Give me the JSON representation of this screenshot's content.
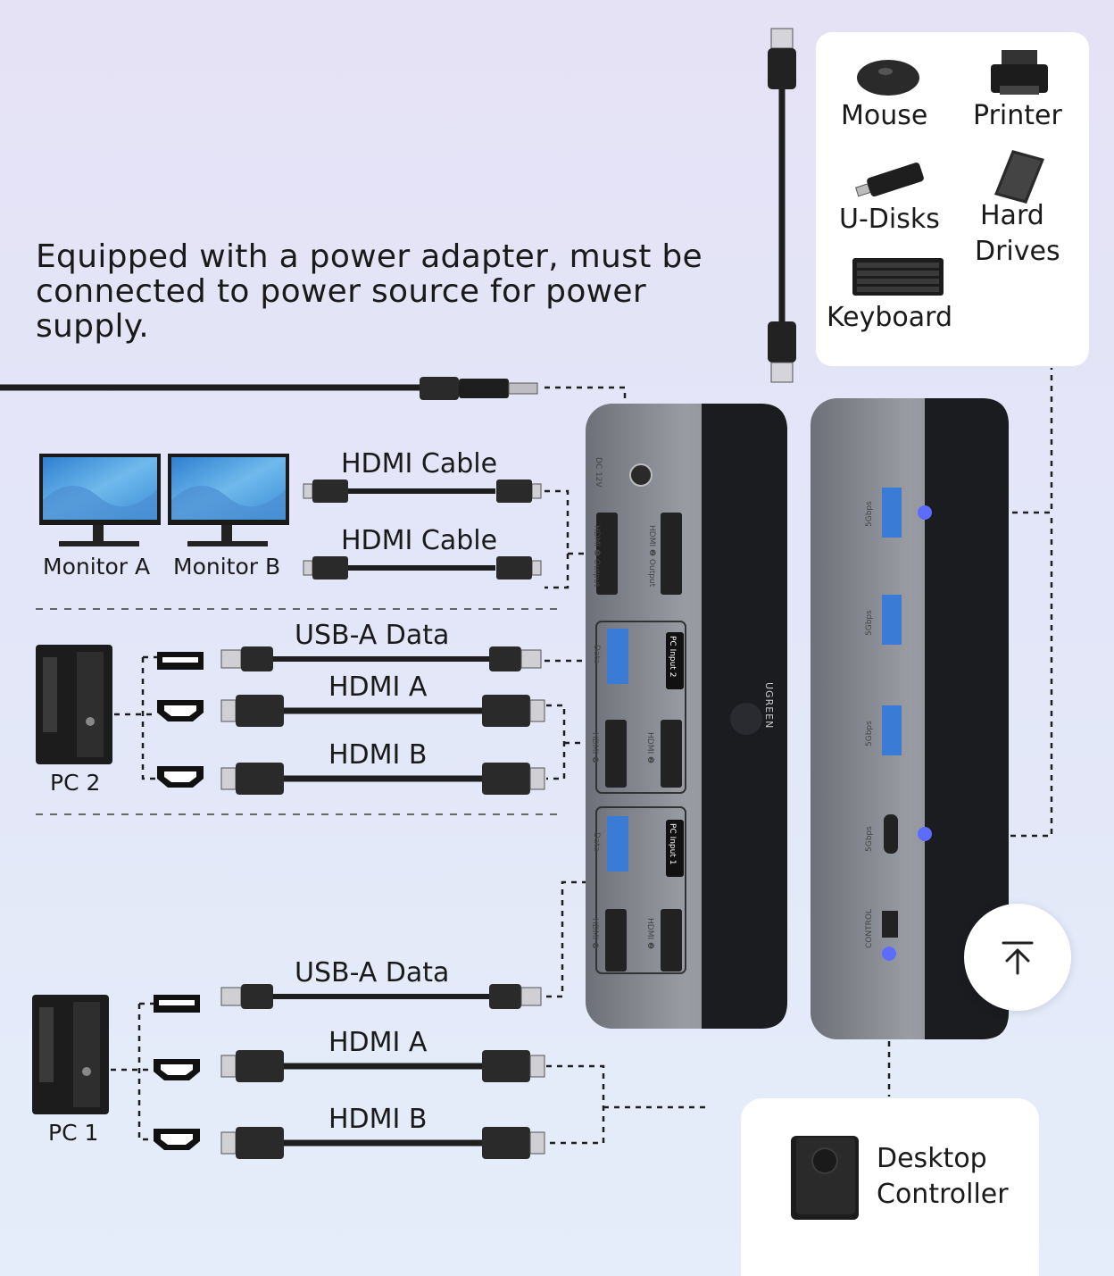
{
  "heading": "Equipped with a power adapter, must be connected to power source for power supply.",
  "cables": {
    "monitor_hdmi_1": "HDMI Cable",
    "monitor_hdmi_2": "HDMI Cable",
    "pc2_usb": "USB-A Data",
    "pc2_hdmi_a": "HDMI A",
    "pc2_hdmi_b": "HDMI B",
    "pc1_usb": "USB-A Data",
    "pc1_hdmi_a": "HDMI A",
    "pc1_hdmi_b": "HDMI B"
  },
  "devices": {
    "monitor_a": "Monitor A",
    "monitor_b": "Monitor B",
    "pc2": "PC 2",
    "pc1": "PC 1"
  },
  "peripherals": {
    "mouse": "Mouse",
    "printer": "Printer",
    "u_disks": "U-Disks",
    "hard_drives_line1": "Hard",
    "hard_drives_line2": "Drives",
    "keyboard": "Keyboard"
  },
  "controller": {
    "line1": "Desktop",
    "line2": "Controller"
  },
  "switch_front": {
    "dc": "DC 12V",
    "hdmi_out_1": "HDMI ❶ Output",
    "hdmi_out_2": "HDMI ❷ Output",
    "pc_input_2": "PC Input 2",
    "pc_input_1": "PC Input 1",
    "data": "Data",
    "hdmi_1": "HDMI ❶",
    "hdmi_2": "HDMI ❷",
    "brand": "UGREEN"
  },
  "switch_back": {
    "speed_1": "5Gbps",
    "speed_2": "5Gbps",
    "speed_3": "5Gbps",
    "speed_4": "5Gbps",
    "control": "CONTROL"
  },
  "colors": {
    "accent_dot": "#5b6cff",
    "cable": "#1e1e1e",
    "device_body": "#8e9098"
  },
  "icons": {
    "back_to_top": "arrow-up-to-line-icon"
  }
}
